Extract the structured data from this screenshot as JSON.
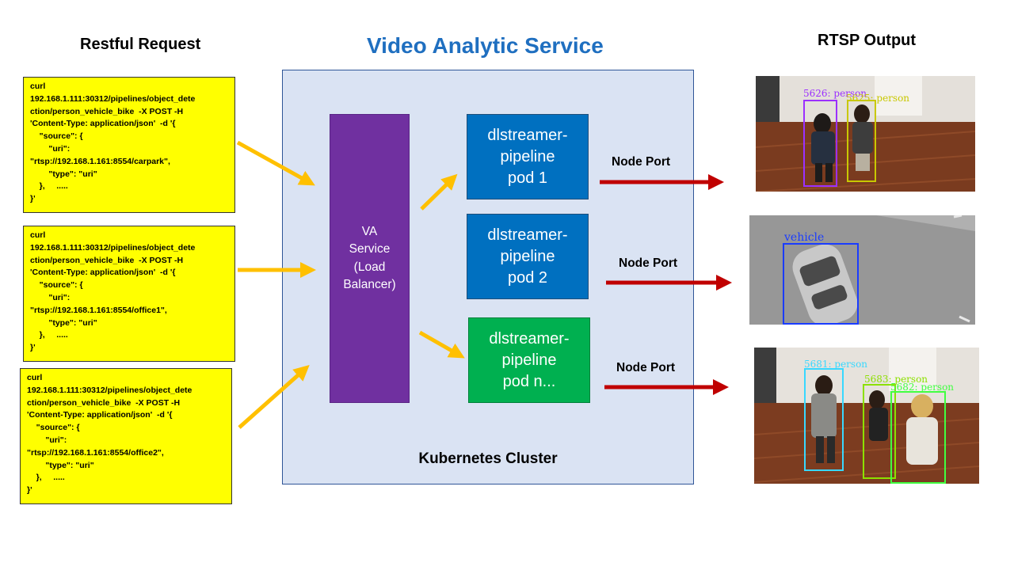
{
  "headings": {
    "restful": "Restful Request",
    "title": "Video Analytic Service",
    "rtsp": "RTSP Output"
  },
  "requests": [
    {
      "text": "curl\n192.168.1.111:30312/pipelines/object_dete\nction/person_vehicle_bike  -X POST -H\n'Content-Type: application/json'  -d '{\n    \"source\": {\n        \"uri\":\n\"rtsp://192.168.1.161:8554/carpark\",\n        \"type\": \"uri\"\n    },     .....\n}'"
    },
    {
      "text": "curl\n192.168.1.111:30312/pipelines/object_dete\nction/person_vehicle_bike  -X POST -H\n'Content-Type: application/json'  -d '{\n    \"source\": {\n        \"uri\":\n\"rtsp://192.168.1.161:8554/office1\",\n        \"type\": \"uri\"\n    },     .....\n}'"
    },
    {
      "text": "curl\n192.168.1.111:30312/pipelines/object_dete\nction/person_vehicle_bike  -X POST -H\n'Content-Type: application/json'  -d '{\n    \"source\": {\n        \"uri\":\n\"rtsp://192.168.1.161:8554/office2\",\n        \"type\": \"uri\"\n    },     .....\n}'"
    }
  ],
  "cluster": {
    "label": "Kubernetes Cluster",
    "service": "VA\nService\n(Load\nBalancer)",
    "pods": [
      {
        "label": "dlstreamer-\npipeline\npod 1",
        "color": "#0070c0"
      },
      {
        "label": "dlstreamer-\npipeline\npod 2",
        "color": "#0070c0"
      },
      {
        "label": "dlstreamer-\npipeline\npod n...",
        "color": "#00b050"
      }
    ]
  },
  "node_port_label": "Node Port",
  "outputs": [
    {
      "detections": [
        {
          "label": "5626: person",
          "color": "#9b30ff"
        },
        {
          "label": "5625: person",
          "color": "#c8c800"
        }
      ]
    },
    {
      "detections": [
        {
          "label": "vehicle",
          "color": "#1a3cff"
        }
      ]
    },
    {
      "detections": [
        {
          "label": "5681: person",
          "color": "#38d8ff"
        },
        {
          "label": "5683: person",
          "color": "#8ce000"
        },
        {
          "label": "5682: person",
          "color": "#40ff40"
        }
      ]
    }
  ],
  "colors": {
    "request_bg": "#ffff00",
    "input_arrow": "#ffc000",
    "output_arrow": "#c00000",
    "cluster_bg": "#dae3f3",
    "service_bg": "#7030a0"
  }
}
